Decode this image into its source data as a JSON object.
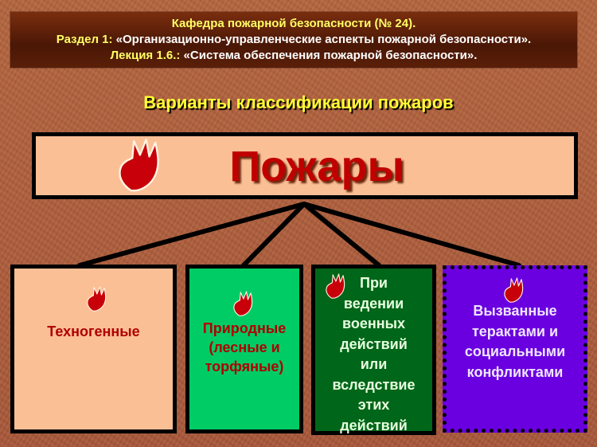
{
  "header": {
    "line1": "Кафедра пожарной безопасности (№ 24).",
    "line2_label": "Раздел 1:",
    "line2_text": "«Организационно-управленческие аспекты пожарной безопасности».",
    "line3_label": "Лекция 1.6.:",
    "line3_text": "«Система обеспечения пожарной безопасности»."
  },
  "subtitle": "Варианты классификации пожаров",
  "root": {
    "label": "Пожары",
    "icon": "flame-icon"
  },
  "categories": [
    {
      "lines": [
        "Техногенные"
      ],
      "color": "#fbbf96",
      "icon": "flame-icon"
    },
    {
      "lines": [
        "Природные",
        "(лесные и",
        "торфяные)"
      ],
      "color": "#00cc66",
      "icon": "flame-icon"
    },
    {
      "lines": [
        "При",
        "ведении",
        "военных",
        "действий",
        "или",
        "вследствие",
        "этих",
        "действий"
      ],
      "color": "#006619",
      "icon": "flame-icon"
    },
    {
      "lines": [
        "Вызванные",
        "терактами и",
        "социальными",
        "конфликтами"
      ],
      "color": "#6a00e0",
      "icon": "flame-icon"
    }
  ]
}
